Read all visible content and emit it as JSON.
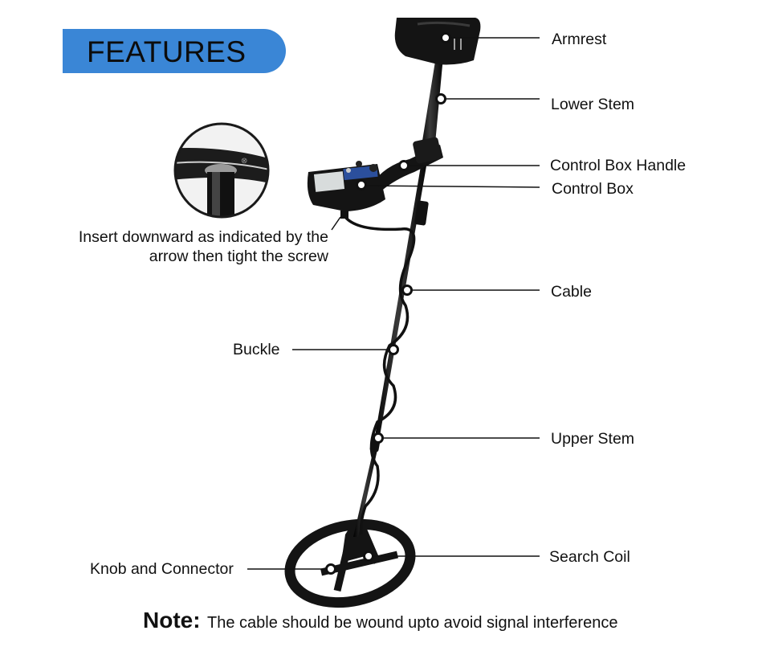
{
  "banner": {
    "title": "FEATURES"
  },
  "colors": {
    "banner": "#3a86d6",
    "device": "#141414",
    "leader": "#111111"
  },
  "labels": {
    "armrest": "Armrest",
    "lower_stem": "Lower Stem",
    "control_box_handle": "Control Box Handle",
    "control_box": "Control Box",
    "cable": "Cable",
    "buckle": "Buckle",
    "upper_stem": "Upper Stem",
    "search_coil": "Search Coil",
    "knob_connector": "Knob and Connector"
  },
  "inset": {
    "caption_line1": "Insert downward as indicated by the",
    "caption_line2": "arrow then tight the screw"
  },
  "note": {
    "prefix": "Note:",
    "text": "The cable should be wound upto avoid signal interference"
  }
}
